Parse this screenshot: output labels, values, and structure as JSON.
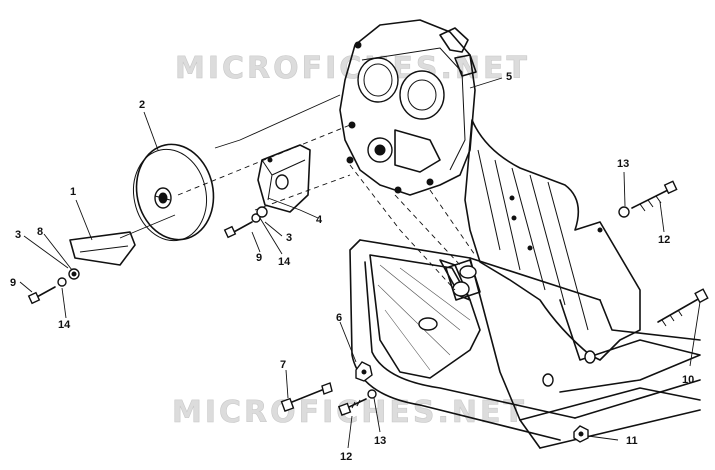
{
  "watermark": {
    "text_top": "MICROFICHES.NET",
    "text_bottom": "MICROFICHES.NET"
  },
  "callouts": [
    {
      "id": "c1",
      "label": "1"
    },
    {
      "id": "c2",
      "label": "2"
    },
    {
      "id": "c3a",
      "label": "3"
    },
    {
      "id": "c3b",
      "label": "3"
    },
    {
      "id": "c4",
      "label": "4"
    },
    {
      "id": "c5",
      "label": "5"
    },
    {
      "id": "c6",
      "label": "6"
    },
    {
      "id": "c7",
      "label": "7"
    },
    {
      "id": "c8",
      "label": "8"
    },
    {
      "id": "c9a",
      "label": "9"
    },
    {
      "id": "c9b",
      "label": "9"
    },
    {
      "id": "c10",
      "label": "10"
    },
    {
      "id": "c11",
      "label": "11"
    },
    {
      "id": "c12a",
      "label": "12"
    },
    {
      "id": "c12b",
      "label": "12"
    },
    {
      "id": "c13a",
      "label": "13"
    },
    {
      "id": "c13b",
      "label": "13"
    },
    {
      "id": "c14a",
      "label": "14"
    },
    {
      "id": "c14b",
      "label": "14"
    }
  ]
}
